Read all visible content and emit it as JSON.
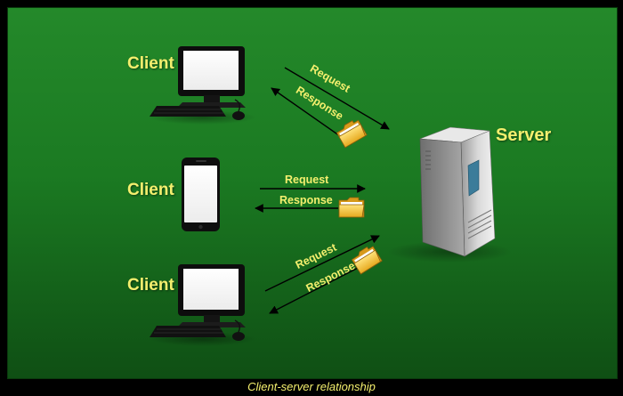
{
  "clients": [
    {
      "label": "Client",
      "device": "desktop-computer-icon"
    },
    {
      "label": "Client",
      "device": "smartphone-icon"
    },
    {
      "label": "Client",
      "device": "desktop-computer-icon"
    }
  ],
  "server": {
    "label": "Server",
    "device": "server-tower-icon"
  },
  "flows": [
    {
      "request": "Request",
      "response": "Response"
    },
    {
      "request": "Request",
      "response": "Response"
    },
    {
      "request": "Request",
      "response": "Response"
    }
  ],
  "caption": "Client-server relationship",
  "colors": {
    "background": "#1f8125",
    "label": "#f4ef6e",
    "arrow": "#000000",
    "folder": "#f5c43a"
  }
}
